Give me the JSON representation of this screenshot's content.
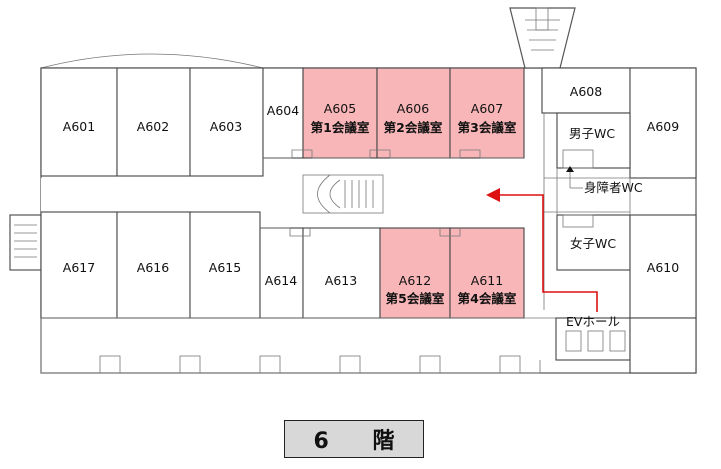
{
  "colors": {
    "meeting_room_fill": "#f9b6b8",
    "arrow": "#dd1111"
  },
  "rooms": [
    {
      "id": "A601",
      "name": ""
    },
    {
      "id": "A602",
      "name": ""
    },
    {
      "id": "A603",
      "name": ""
    },
    {
      "id": "A604",
      "name": ""
    },
    {
      "id": "A605",
      "name": "第1会議室"
    },
    {
      "id": "A606",
      "name": "第2会議室"
    },
    {
      "id": "A607",
      "name": "第3会議室"
    },
    {
      "id": "A608",
      "name": ""
    },
    {
      "id": "A609",
      "name": ""
    },
    {
      "id": "A610",
      "name": ""
    },
    {
      "id": "A611",
      "name": "第4会議室"
    },
    {
      "id": "A612",
      "name": "第5会議室"
    },
    {
      "id": "A613",
      "name": ""
    },
    {
      "id": "A614",
      "name": ""
    },
    {
      "id": "A615",
      "name": ""
    },
    {
      "id": "A616",
      "name": ""
    },
    {
      "id": "A617",
      "name": ""
    }
  ],
  "facilities": {
    "mens_wc": "男子WC",
    "accessible_wc": "身障者WC",
    "womens_wc": "女子WC",
    "ev_hall": "EVホール"
  },
  "floor_label": "6 階",
  "icons": [
    "red-route-arrow"
  ]
}
